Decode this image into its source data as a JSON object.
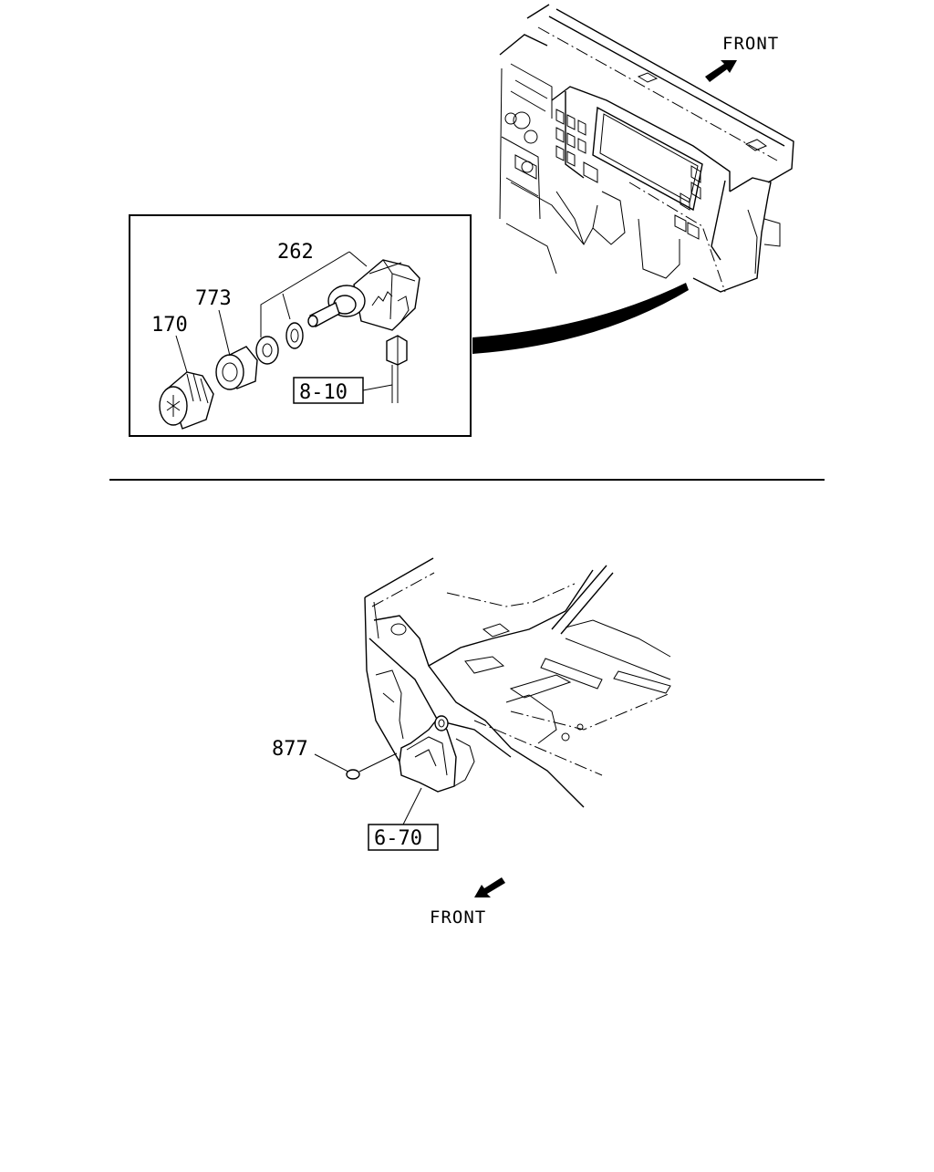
{
  "top_diagram": {
    "front_label": "FRONT",
    "callouts": {
      "p262": "262",
      "p773": "773",
      "p170": "170",
      "ref_8_10": "8-10"
    }
  },
  "bottom_diagram": {
    "front_label": "FRONT",
    "callouts": {
      "p877": "877",
      "ref_6_70": "6-70"
    }
  }
}
